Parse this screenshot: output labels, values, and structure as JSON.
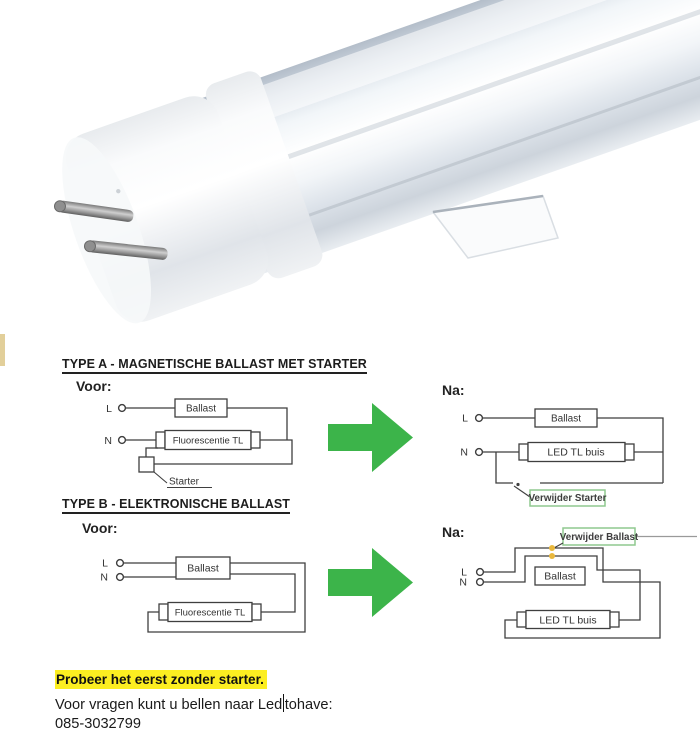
{
  "colors": {
    "arrow_green": "#3cb44a",
    "note_border": "#8fc98f",
    "highlight_yellow": "#fcee21",
    "wire_gray": "#3f3f3f",
    "cut_dot_yellow": "#e9b83d"
  },
  "sections": {
    "type_a": {
      "heading": "TYPE A - MAGNETISCHE BALLAST MET STARTER",
      "before_label": "Voor:",
      "after_label": "Na:",
      "before": {
        "live_label": "L",
        "neutral_label": "N",
        "ballast_label": "Ballast",
        "tube_label": "Fluorescentie TL",
        "starter_label": "Starter"
      },
      "after": {
        "live_label": "L",
        "neutral_label": "N",
        "ballast_label": "Ballast",
        "tube_label": "LED TL buis",
        "note_label": "Verwijder Starter"
      }
    },
    "type_b": {
      "heading": "TYPE B - ELEKTRONISCHE BALLAST",
      "before_label": "Voor:",
      "after_label": "Na:",
      "before": {
        "live_label": "L",
        "neutral_label": "N",
        "ballast_label": "Ballast",
        "tube_label": "Fluorescentie TL"
      },
      "after": {
        "live_label": "L",
        "neutral_label": "N",
        "ballast_label": "Ballast",
        "tube_label": "LED TL buis",
        "note_label": "Verwijder Ballast"
      }
    }
  },
  "footer": {
    "highlight_text": "Probeer het eerst zonder starter.",
    "contact_text_before_cursor": "Voor vragen kunt u bellen naar Led",
    "contact_text_after_cursor": "tohave:",
    "phone": "085-3032799"
  }
}
